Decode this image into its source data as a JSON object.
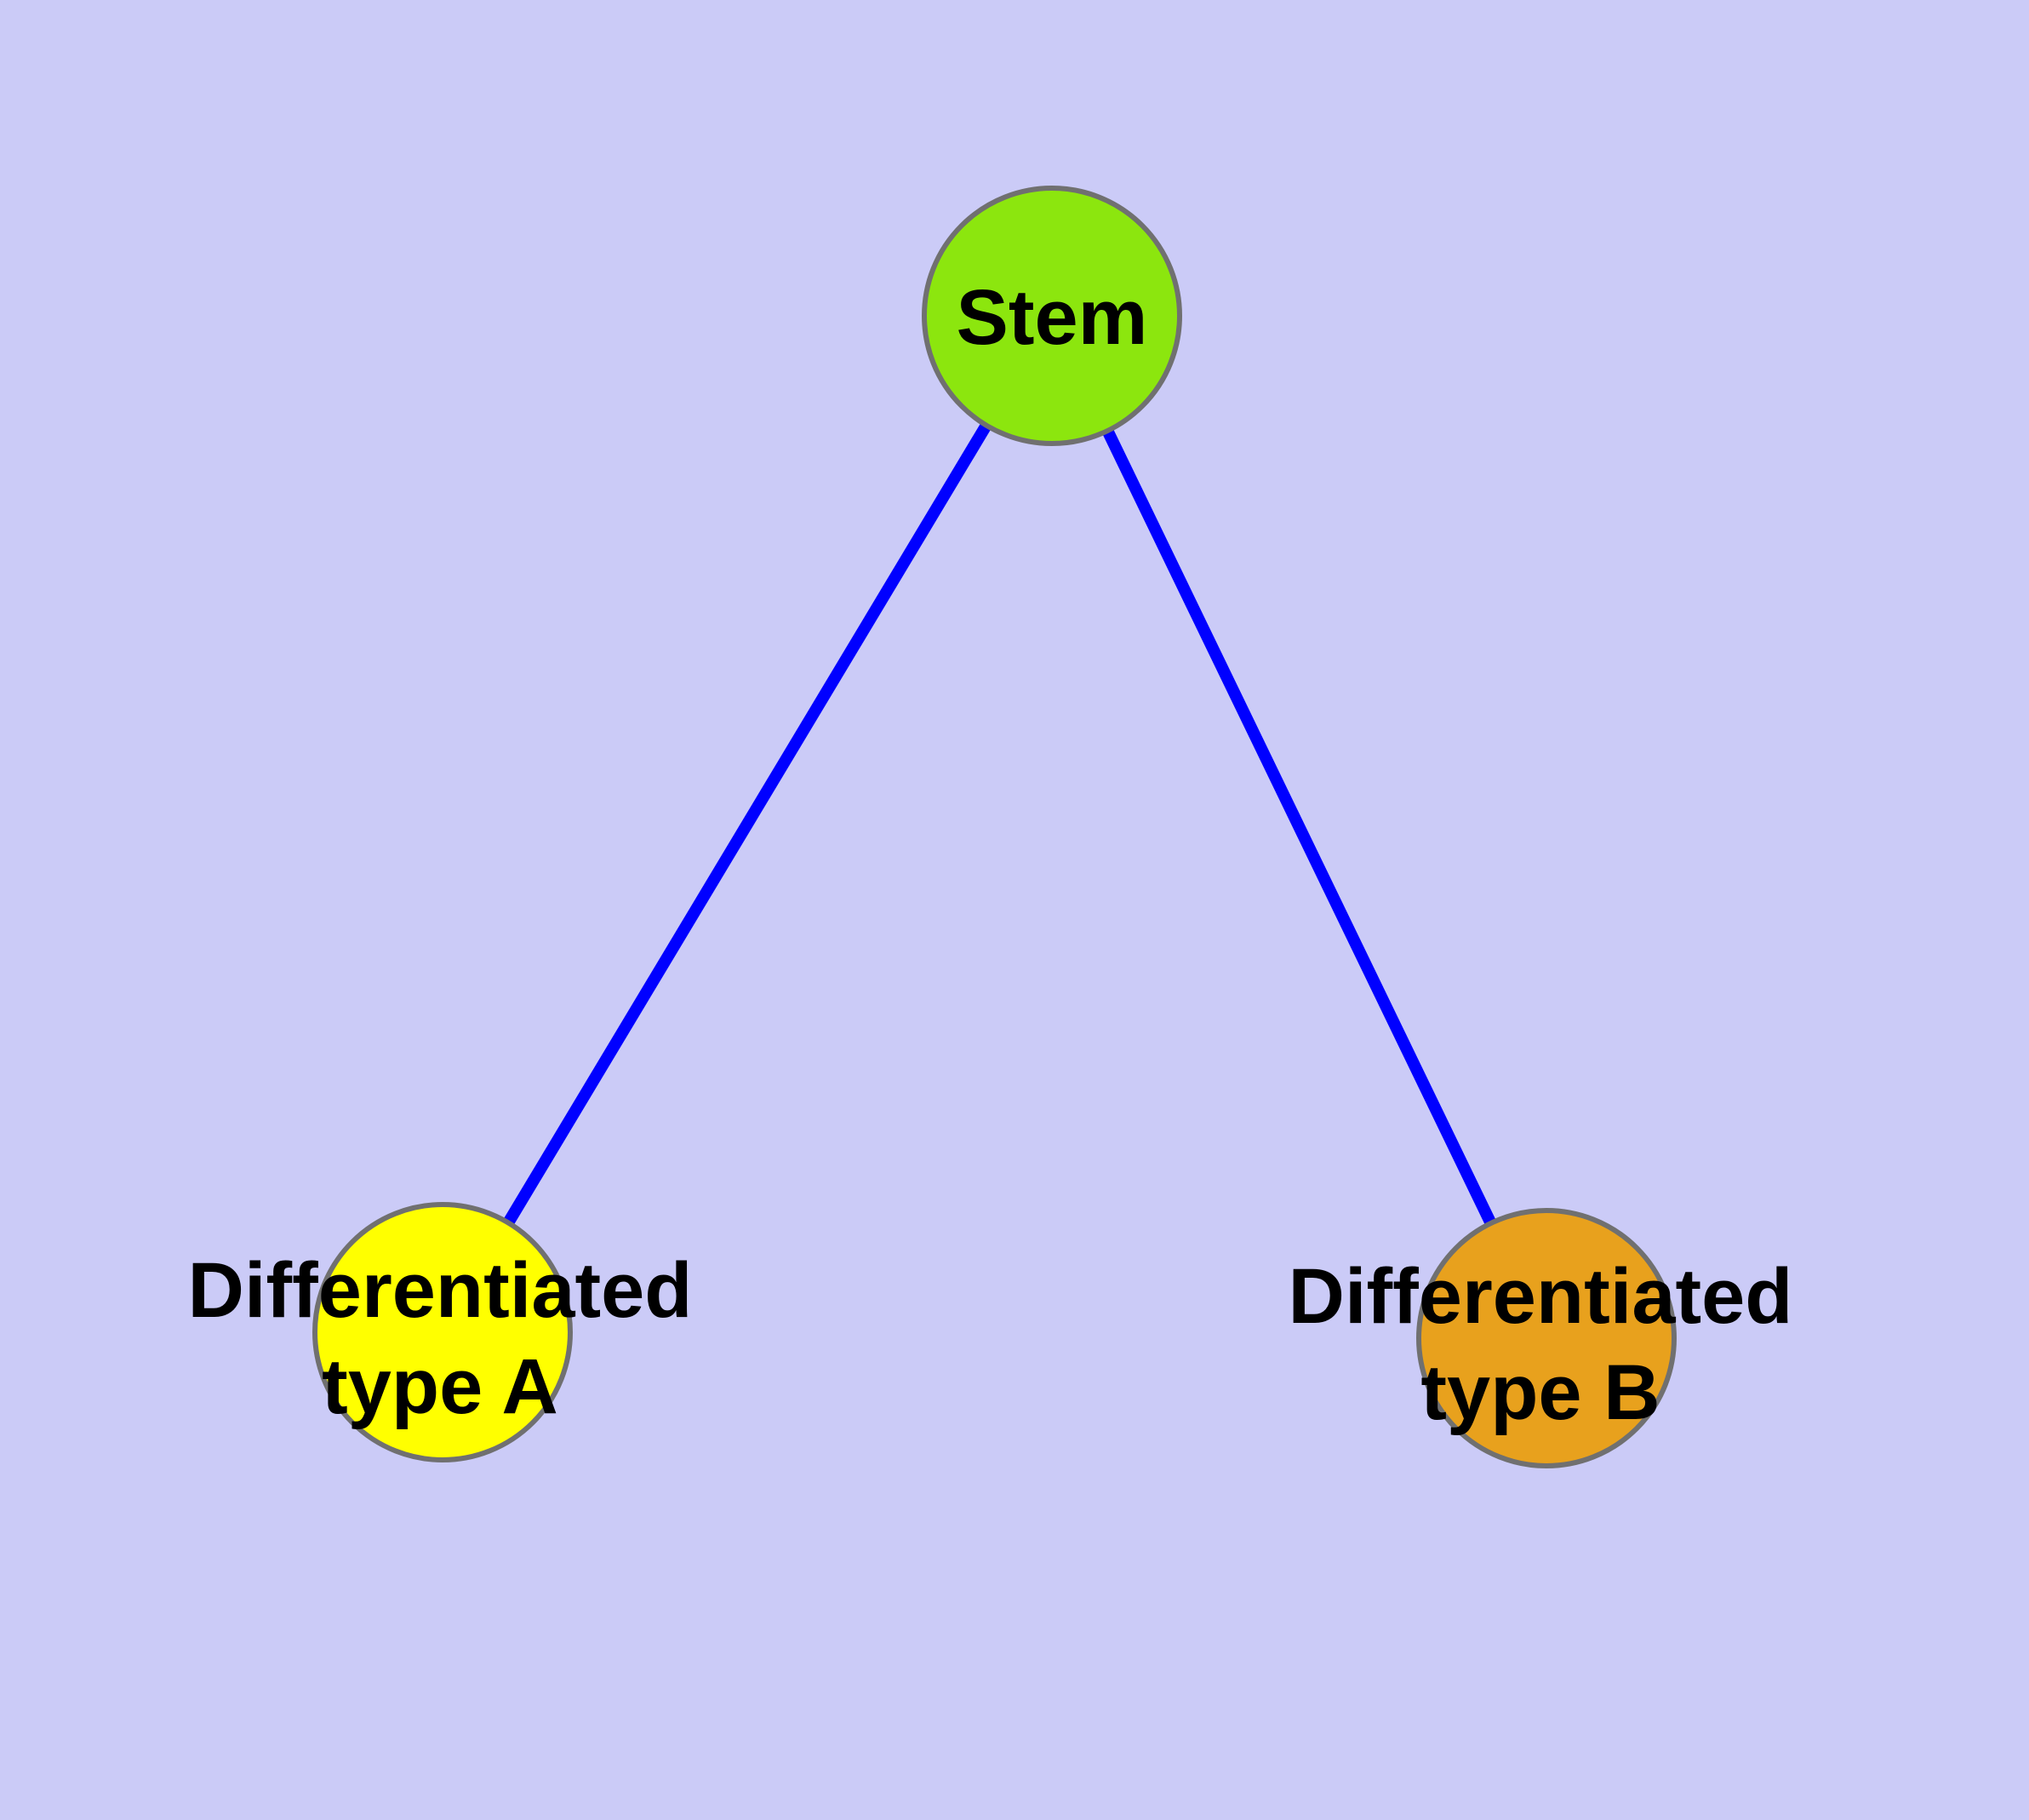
{
  "diagram": {
    "background_color": "#CBCBF7",
    "edge_color": "#0000FF",
    "node_border_color": "#707070",
    "label_color": "#000000",
    "nodes": [
      {
        "id": "stem",
        "lines": [
          "Stem"
        ],
        "fill": "#8CE60E"
      },
      {
        "id": "diff-a",
        "lines": [
          "Differentiated",
          "type A"
        ],
        "fill": "#FFFF00"
      },
      {
        "id": "diff-b",
        "lines": [
          "Differentiated",
          "type B"
        ],
        "fill": "#E8A11D"
      }
    ],
    "edges": [
      {
        "from": "stem",
        "to": "diff-a"
      },
      {
        "from": "stem",
        "to": "diff-b"
      }
    ]
  }
}
